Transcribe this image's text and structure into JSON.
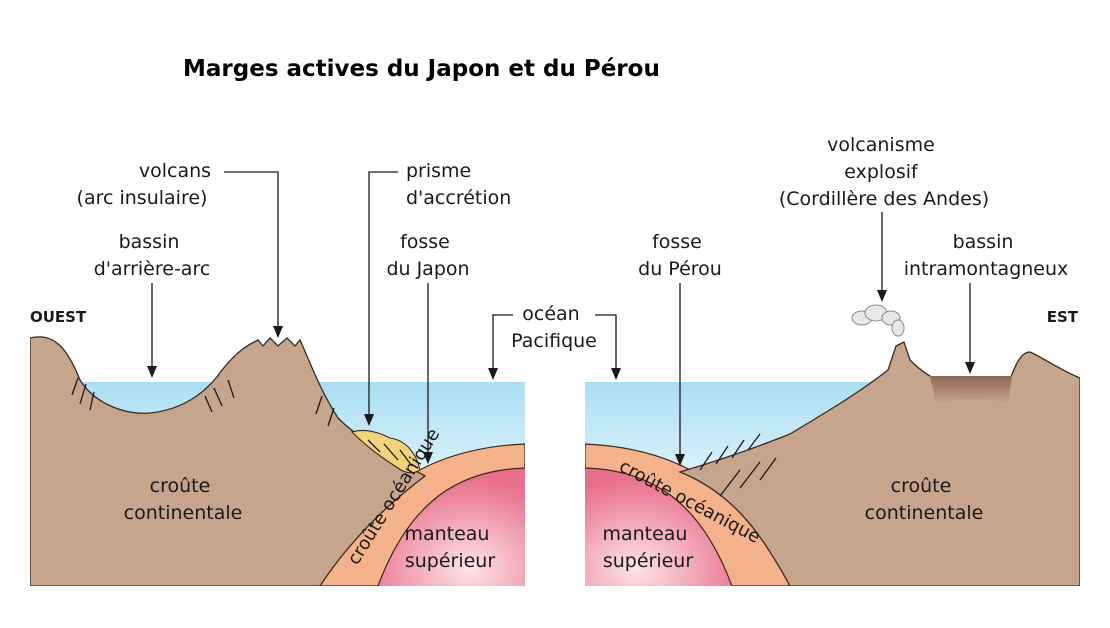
{
  "title": "Marges actives du Japon et du Pérou",
  "orientation": {
    "west": "OUEST",
    "east": "EST"
  },
  "japan": {
    "volcans": [
      "volcans",
      "(arc insulaire)"
    ],
    "bassin": [
      "bassin",
      "d'arrière-arc"
    ],
    "prisme": [
      "prisme",
      "d'accrétion"
    ],
    "fosse": [
      "fosse",
      "du Japon"
    ],
    "croute_continentale": [
      "croûte",
      "continentale"
    ],
    "croute_oceanique": "croûte océanique",
    "manteau": [
      "manteau",
      "supérieur"
    ]
  },
  "ocean": [
    "océan",
    "Pacifique"
  ],
  "peru": {
    "volcanisme": [
      "volcanisme",
      "explosif",
      "(Cordillère des Andes)"
    ],
    "bassin": [
      "bassin",
      "intramontagneux"
    ],
    "fosse": [
      "fosse",
      "du Pérou"
    ],
    "croute_continentale": [
      "croûte",
      "continentale"
    ],
    "croute_oceanique": "croûte océanique",
    "manteau": [
      "manteau",
      "supérieur"
    ]
  },
  "colors": {
    "crust": "#c6a58c",
    "crust_stroke": "#3a2a20",
    "water": "#bfe7f6",
    "oceanic_crust": "#f4b28a",
    "mantle": "#ec7f93",
    "prism": "#f2d27a",
    "basin_fill": "#9a7060"
  }
}
